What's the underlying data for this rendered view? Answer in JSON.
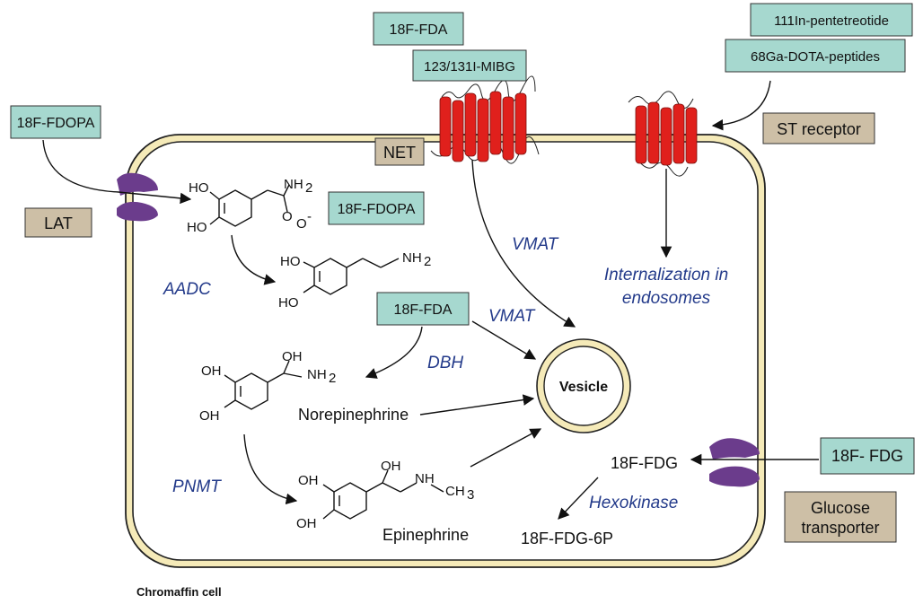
{
  "tracers": {
    "fdopa_outside": "18F-FDOPA",
    "fdopa_inside": "18F-FDOPA",
    "fda_top": "18F-FDA",
    "mibg": "123/131I-MIBG",
    "pentetreotide": "111In-pentetreotide",
    "dota": "68Ga-DOTA-peptides",
    "fda_inside": "18F-FDA",
    "fdg_outside": "18F- FDG"
  },
  "labels": {
    "lat": "LAT",
    "net": "NET",
    "st_receptor": "ST receptor",
    "glucose_transporter_line1": "Glucose",
    "glucose_transporter_line2": "transporter",
    "cell": "Chromaffin cell",
    "vesicle": "Vesicle",
    "norepinephrine": "Norepinephrine",
    "epinephrine": "Epinephrine",
    "fdg_inside": "18F-FDG",
    "fdg6p": "18F-FDG-6P"
  },
  "enzymes": {
    "aadc": "AADC",
    "dbh": "DBH",
    "pnmt": "PNMT",
    "vmat_upper": "VMAT",
    "vmat_lower": "VMAT",
    "hexokinase": "Hexokinase",
    "internalization_line1": "Internalization in",
    "internalization_line2": "endosomes"
  },
  "chemistry": {
    "oh": "HO",
    "oh2": "OH",
    "nh2": "NH",
    "sub2": "2",
    "nh": "NH",
    "ch3": "CH",
    "sub3": "3",
    "carboxyl_o": "O",
    "carboxyl_ominus": "O",
    "minus": "-"
  },
  "colors": {
    "tracer_box": "#a6d8cf",
    "label_box": "#cdbfa6",
    "cell_fill": "#ffffff",
    "membrane": "#f5eab8",
    "receptor": "#e0201c",
    "transporter": "#6b3c8c",
    "enzyme_text": "#233a8a"
  }
}
